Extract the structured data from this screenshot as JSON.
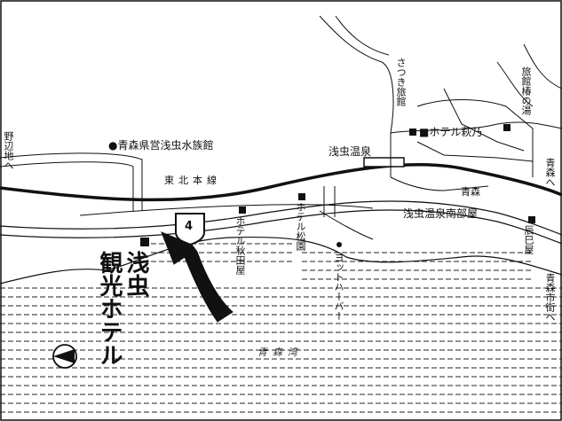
{
  "labels": {
    "aquarium": "●青森県営浅虫水族館",
    "asamushi_onsen": "浅虫温泉",
    "tohoku_line": "東北本線",
    "hotel_hagino": "■ホテル萩乃",
    "satsuki_ryokan": "さつき旅館",
    "ryokan_tsubaki": "旅館椿の湯",
    "aomori_right": "青森",
    "nanbuya": "浅虫温泉南部屋",
    "tatsumiya": "辰巳屋",
    "hotel_akitaya": "ホテル秋田屋",
    "hotel_shofuen": "ホテル松園",
    "yacht_harbor": "ヨットハーバー",
    "route_number": "4",
    "nohechi": "野辺地へ",
    "aomori_top_right": "青森へ",
    "aomori_city": "青森市街へ",
    "aomori_bay": "青森湾",
    "target_hotel_line1": "浅虫",
    "target_hotel_line2": "観光ホテル"
  },
  "colors": {
    "ink": "#111111",
    "background": "#ffffff"
  },
  "icons": {
    "north_arrow": "north-arrow-icon",
    "pointer_arrow": "pointer-arrow-icon"
  }
}
